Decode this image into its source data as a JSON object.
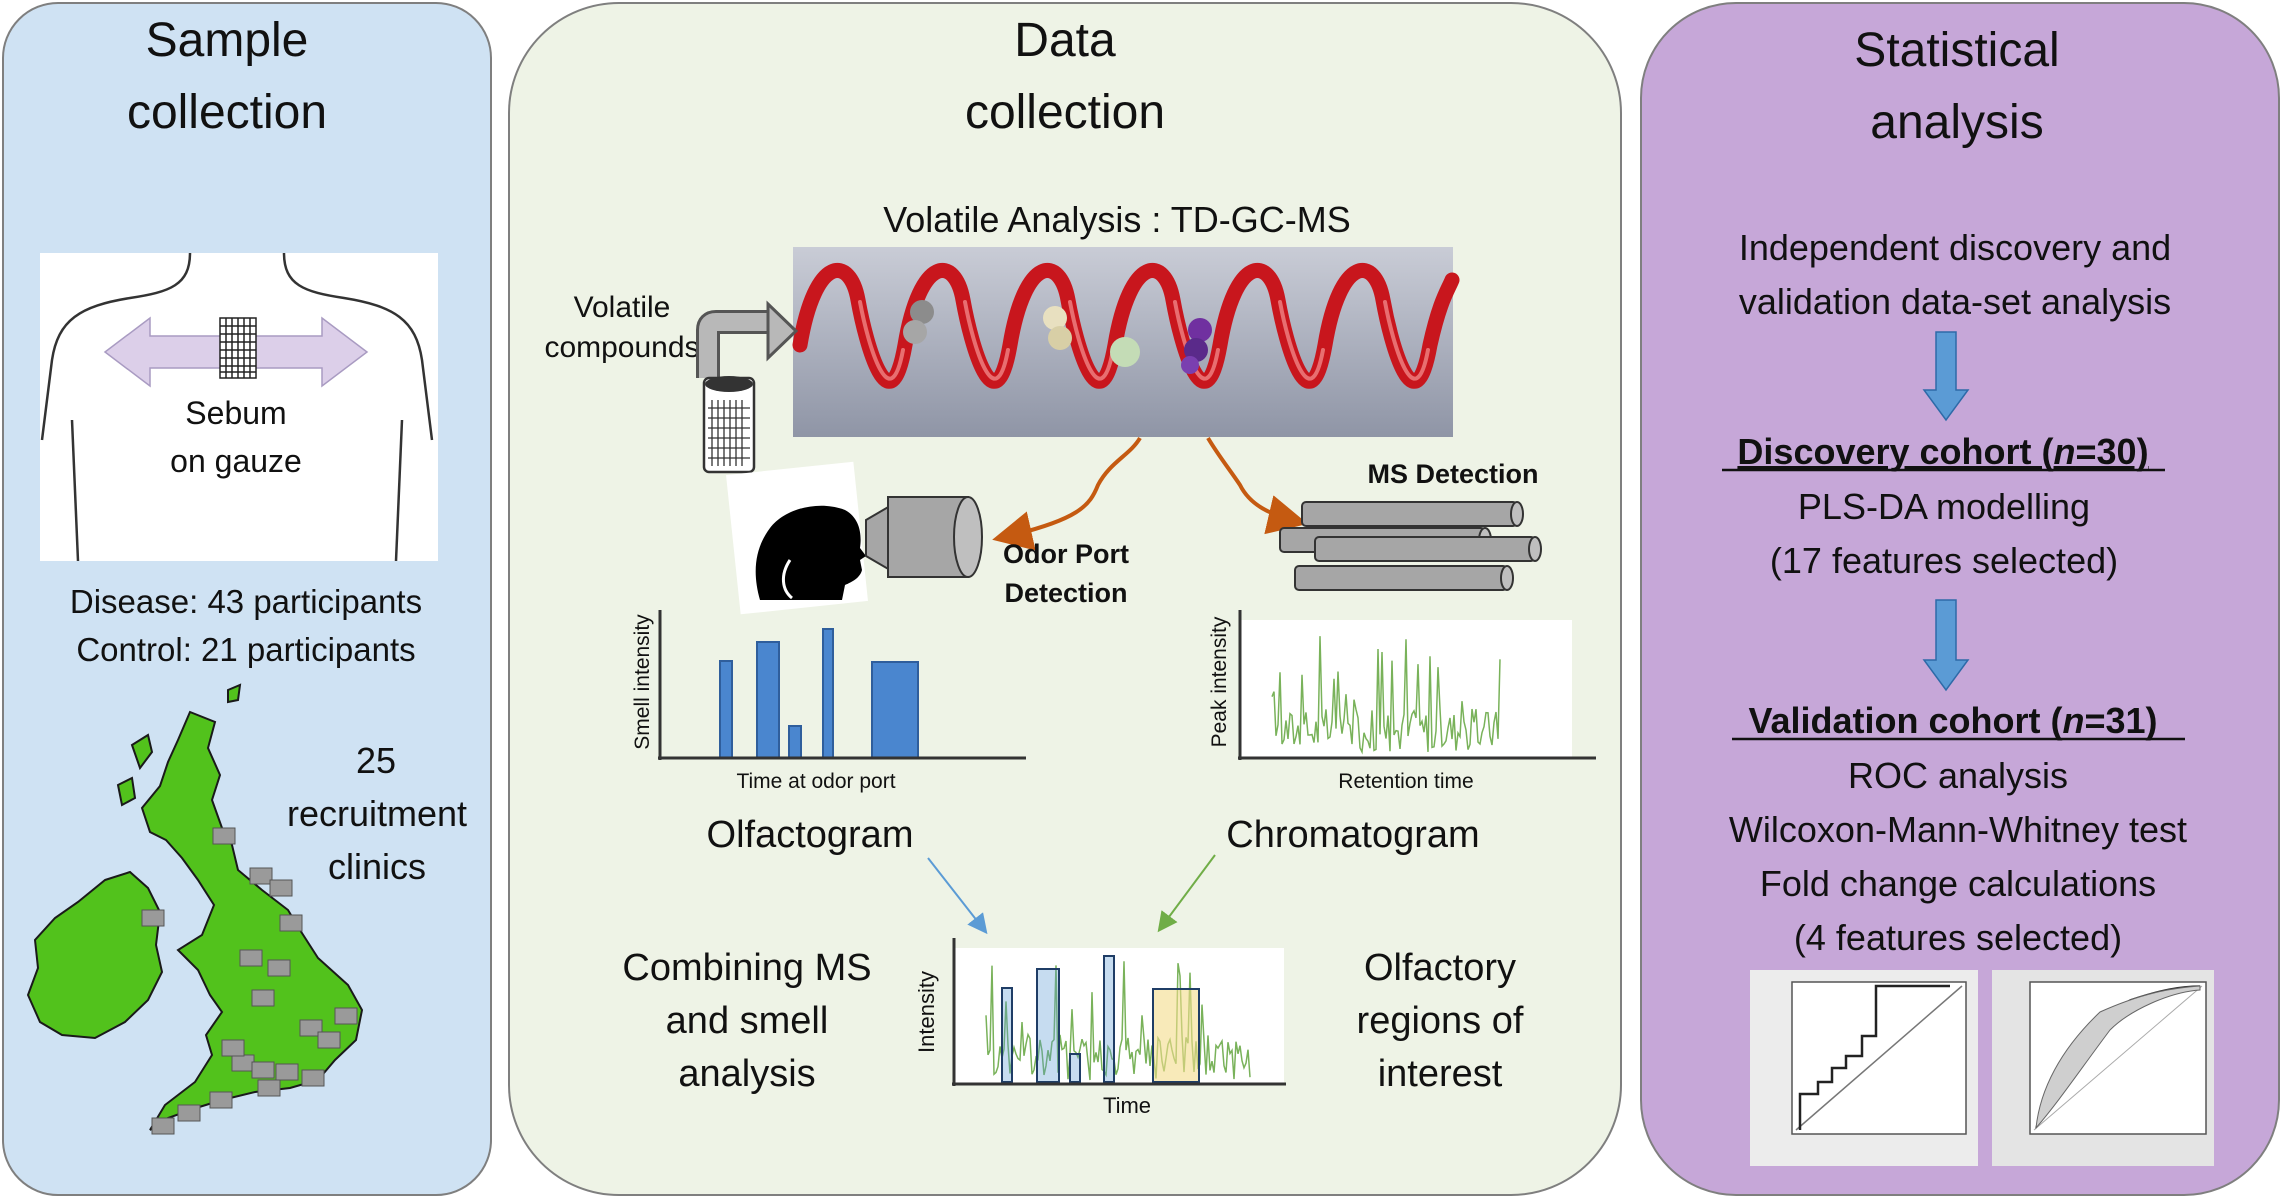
{
  "panels": {
    "sample": {
      "title_line1": "Sample",
      "title_line2": "collection",
      "sebum_line1": "Sebum",
      "sebum_line2": "on gauze",
      "disease": "Disease: 43 participants",
      "control": "Control: 21 participants",
      "clinics_line1": "25",
      "clinics_line2": "recruitment",
      "clinics_line3": "clinics"
    },
    "data": {
      "title_line1": "Data",
      "title_line2": "collection",
      "volatile_title": "Volatile Analysis : TD-GC-MS",
      "volatile_line1": "Volatile",
      "volatile_line2": "compounds",
      "ms_detection": "MS Detection",
      "odor_line1": "Odor Port",
      "odor_line2": "Detection",
      "smell_ylabel": "Smell intensity",
      "smell_xlabel": "Time at odor port",
      "peak_ylabel": "Peak intensity",
      "peak_xlabel": "Retention time",
      "olfactogram": "Olfactogram",
      "chromatogram": "Chromatogram",
      "combine_line1": "Combining MS",
      "combine_line2": "and smell",
      "combine_line3": "analysis",
      "regions_line1": "Olfactory",
      "regions_line2": "regions of",
      "regions_line3": "interest",
      "combined_ylabel": "Intensity",
      "combined_xlabel": "Time"
    },
    "stats": {
      "title_line1": "Statistical",
      "title_line2": "analysis",
      "intro_line1": "Independent discovery and",
      "intro_line2": "validation data-set analysis",
      "discovery_prefix": "Discovery cohort (",
      "discovery_n": "n",
      "discovery_suffix": "=30)",
      "plsda": "PLS-DA modelling",
      "features17": "(17 features selected)",
      "validation_prefix": "Validation cohort (",
      "validation_n": "n",
      "validation_suffix": "=31)",
      "roc": "ROC analysis",
      "wilcoxon": "Wilcoxon-Mann-Whitney test",
      "fold": "Fold change calculations",
      "features4": "(4 features selected)"
    }
  },
  "colors": {
    "sample_bg": "#cfe2f3",
    "data_bg": "#eef3e6",
    "stats_bg": "#c6a7d8",
    "helix_red": "#c8161d",
    "bar_blue": "#4a86cf",
    "chrom_green": "#79b25a",
    "map_green": "#52c21c",
    "arrow_blue": "#5b9bd5",
    "orange": "#c55a11",
    "highlight_yellow": "#f3dc8a"
  }
}
